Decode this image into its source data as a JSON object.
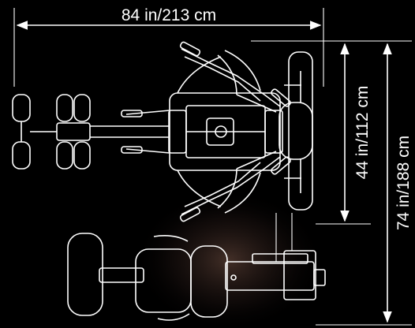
{
  "dimensions": {
    "width_label": "84 in/213 cm",
    "depth_label": "44 in/112 cm",
    "height_label": "74 in/188 cm"
  },
  "colors": {
    "background": "#000000",
    "line": "#ffffff",
    "glow": "#6b4a3e"
  }
}
